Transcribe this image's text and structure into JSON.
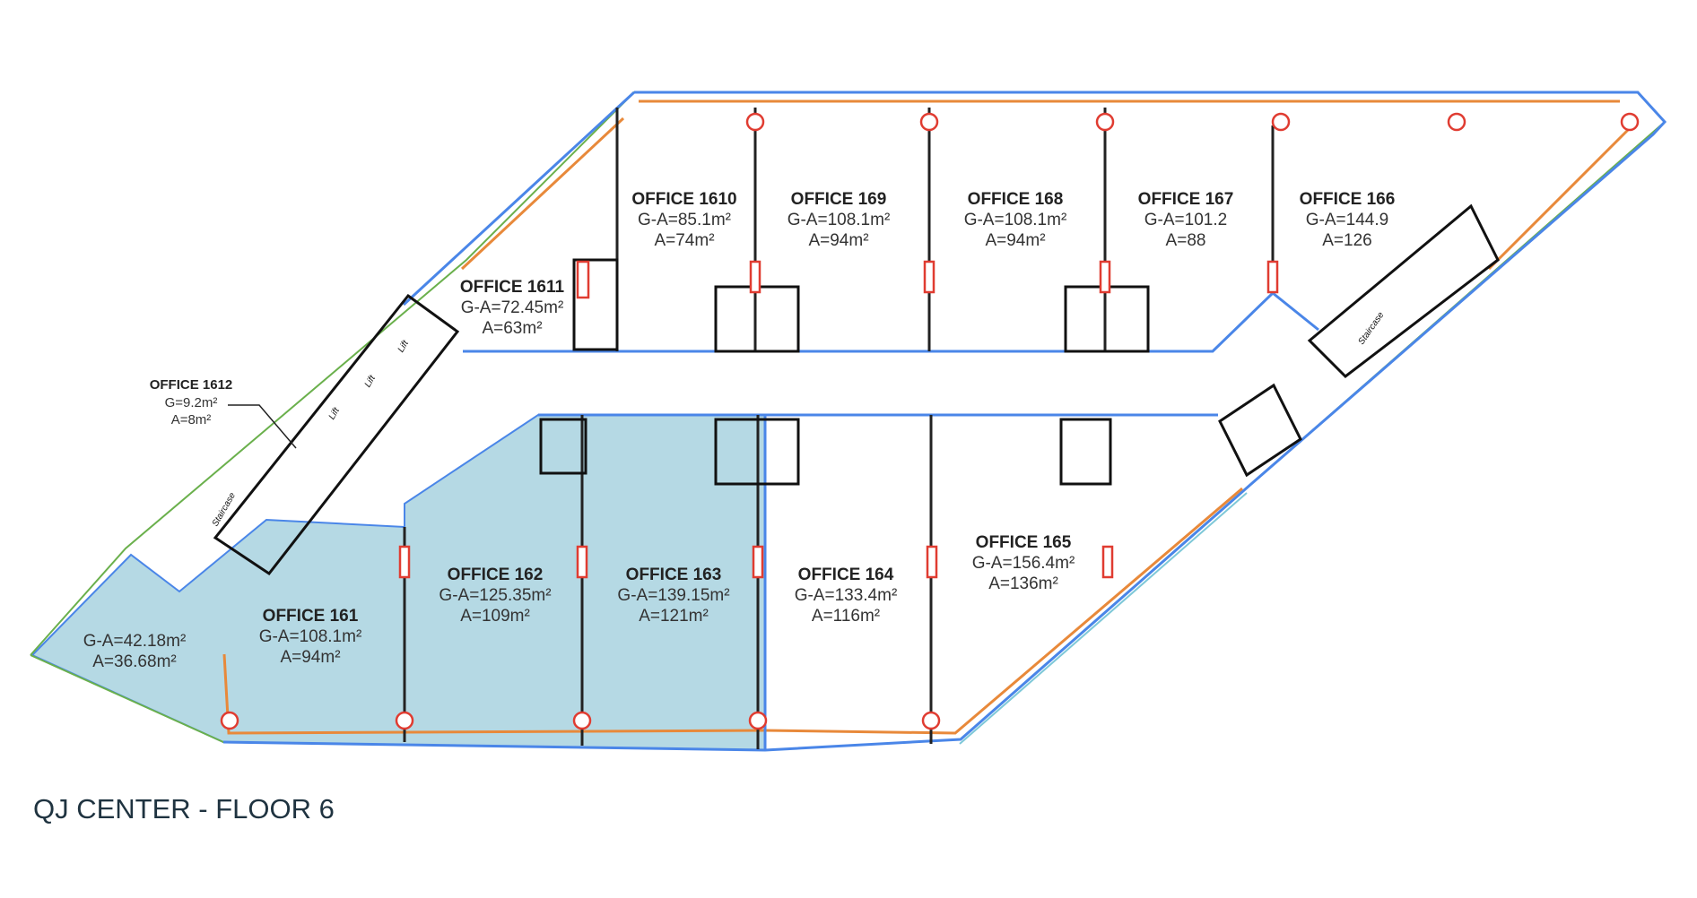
{
  "title": "QJ CENTER - FLOOR 6",
  "colors": {
    "leased_fill": "#b5d9e4",
    "outline_blue": "#4a86e8",
    "outline_orange": "#e8893a",
    "outline_green": "#6ab04c",
    "column_red": "#e03c31"
  },
  "offices": {
    "o1610": {
      "name": "OFFICE 1610",
      "gross": "G-A=85.1m²",
      "net": "A=74m²"
    },
    "o169": {
      "name": "OFFICE 169",
      "gross": "G-A=108.1m²",
      "net": "A=94m²"
    },
    "o168": {
      "name": "OFFICE 168",
      "gross": "G-A=108.1m²",
      "net": "A=94m²"
    },
    "o167": {
      "name": "OFFICE 167",
      "gross": "G-A=101.2",
      "net": "A=88"
    },
    "o166": {
      "name": "OFFICE 166",
      "gross": "G-A=144.9",
      "net": "A=126"
    },
    "o1611": {
      "name": "OFFICE 1611",
      "gross": "G-A=72.45m²",
      "net": "A=63m²"
    },
    "o1612": {
      "name": "OFFICE 1612",
      "gross": "G=9.2m²",
      "net": "A=8m²"
    },
    "o161": {
      "name": "OFFICE 161",
      "gross": "G-A=108.1m²",
      "net": "A=94m²"
    },
    "o162": {
      "name": "OFFICE 162",
      "gross": "G-A=125.35m²",
      "net": "A=109m²"
    },
    "o163": {
      "name": "OFFICE 163",
      "gross": "G-A=139.15m²",
      "net": "A=121m²"
    },
    "o164": {
      "name": "OFFICE 164",
      "gross": "G-A=133.4m²",
      "net": "A=116m²"
    },
    "o165": {
      "name": "OFFICE 165",
      "gross": "G-A=156.4m²",
      "net": "A=136m²"
    },
    "corner": {
      "gross": "G-A=42.18m²",
      "net": "A=36.68m²"
    }
  },
  "core": {
    "lift": "Lift",
    "staircase": "Staircase"
  }
}
